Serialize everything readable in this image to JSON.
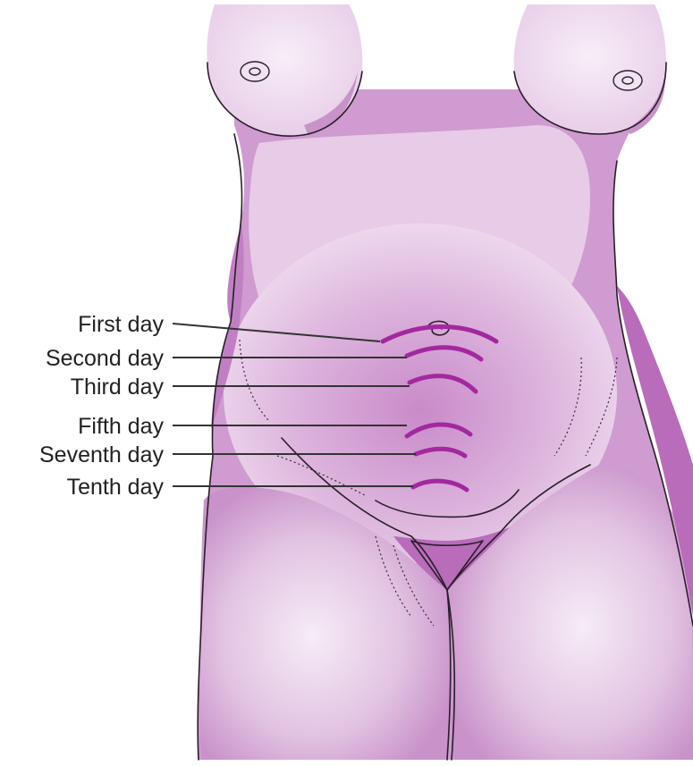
{
  "figure": {
    "labels": [
      {
        "id": "first",
        "text": "First day"
      },
      {
        "id": "second",
        "text": "Second day"
      },
      {
        "id": "third",
        "text": "Third day"
      },
      {
        "id": "fifth",
        "text": "Fifth day"
      },
      {
        "id": "seventh",
        "text": "Seventh day"
      },
      {
        "id": "tenth",
        "text": "Tenth day"
      }
    ],
    "colors": {
      "skin_light": "#f3e4f3",
      "skin_mid": "#d9aed9",
      "skin_dark": "#c17fc3",
      "shadow": "#b86cba",
      "fundus_arc": "#a3289f",
      "outline": "#2a1e2a",
      "text": "#222222"
    }
  }
}
